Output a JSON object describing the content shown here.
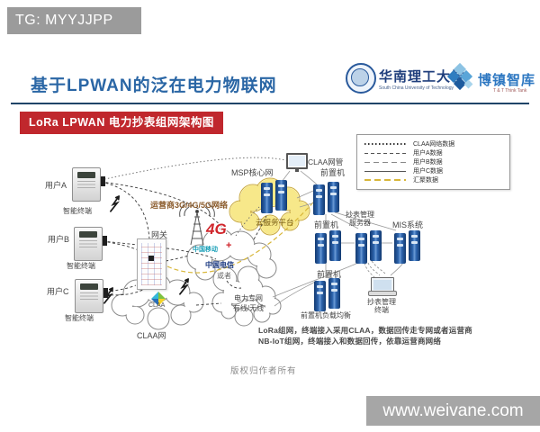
{
  "overlays": {
    "top_watermark": "TG: MYYJJPP",
    "bottom_watermark": "www.weivane.com"
  },
  "header": {
    "title": "基于LPWAN的泛在电力物联网",
    "scut_name": "华南理工大学",
    "scut_sub": "South China University of Technology",
    "thinktank_name": "博镇智库",
    "thinktank_sub": "T & T Think Tank"
  },
  "banner": {
    "label": "LoRa LPWAN 电力抄表组网架构图"
  },
  "legend": {
    "items": [
      {
        "label": "CLAA网络数据",
        "style": "dotted"
      },
      {
        "label": "用户A数据",
        "style": "dashed-fine"
      },
      {
        "label": "用户B数据",
        "style": "dashed"
      },
      {
        "label": "用户C数据",
        "style": "solid"
      },
      {
        "label": "汇聚数据",
        "style": "yellow-dashed"
      }
    ]
  },
  "diagram": {
    "users": [
      {
        "name": "用户A",
        "device": "智能终端"
      },
      {
        "name": "用户B",
        "device": "智能终端"
      },
      {
        "name": "用户C",
        "device": "智能终端"
      }
    ],
    "gateway": "网关",
    "operator_network": "运营商3G/4G/5G网络",
    "tower_4g": "4G",
    "carrier_mobile": "中国移动",
    "carrier_plus": "+",
    "carrier_telecom": "中国电信",
    "or_label": "或者",
    "claa_logo": "CLAA",
    "claa_cloud": "CLAA网",
    "power_cloud_line1": "电力专网",
    "power_cloud_line2": "有线/无线",
    "msp_core": "MSP核心网",
    "cloud_platform": "云服务平台",
    "claa_nms": "CLAA网管",
    "frontend_top": "前置机",
    "frontend_mid": "前置机",
    "frontend_low": "前置机",
    "meter_server_line1": "抄表管理",
    "meter_server_line2": "服务器",
    "mis": "MIS系统",
    "load_balance": "前置机负载均衡",
    "terminal_line1": "抄表管理",
    "terminal_line2": "终端",
    "note_line1": "LoRa组网，终端接入采用CLAA，数据回传走专网或者运营商",
    "note_line2": "NB-IoT组网，终端接入和数据回传，依靠运营商网络",
    "copyright": "版权归作者所有"
  },
  "colors": {
    "title_blue": "#2a66a5",
    "banner_red": "#c0272d",
    "watermark_gray": "#a6a6a6",
    "cloud_yellow": "#f7e88a",
    "server_blue": "#2d64ad",
    "aggregate_yellow": "#d8b73a",
    "tower_4g_red": "#d0262c"
  }
}
